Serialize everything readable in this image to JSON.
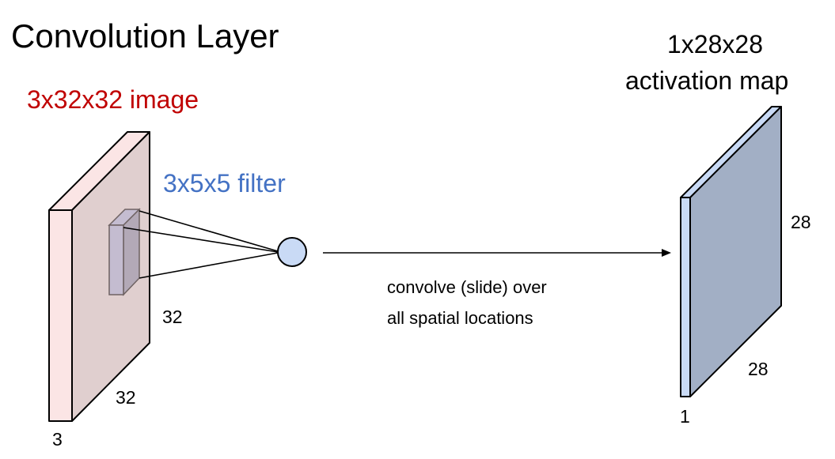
{
  "title": "Convolution Layer",
  "image_label": "3x32x32 image",
  "filter_label": "3x5x5 filter",
  "output_label_line1": "1x28x28",
  "output_label_line2": "activation map",
  "caption_line1": "convolve (slide) over",
  "caption_line2": "all spatial locations",
  "image_dims": {
    "height": "32",
    "width": "32",
    "depth": "3"
  },
  "output_dims": {
    "height": "28",
    "width": "28",
    "depth": "1"
  },
  "colors": {
    "image_label": "#c00000",
    "filter_label": "#4472c4",
    "image_front": "#fbe5e5",
    "image_side": "#e0cfcf",
    "filter": "#c4bcd0",
    "neuron": "#c9daf5",
    "map_front": "#c9daf5",
    "map_side": "#a2afc5"
  }
}
